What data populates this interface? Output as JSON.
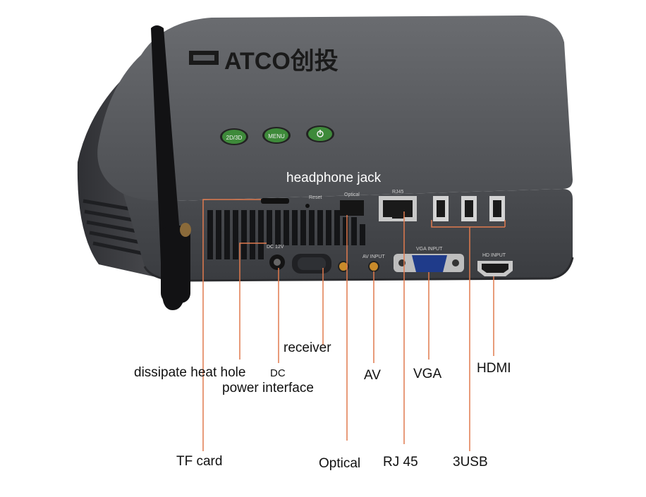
{
  "device": {
    "brand_logo_text": "ATCO创投",
    "buttons": [
      "2D/3D",
      "MENU"
    ],
    "port_marks": [
      "DC 12V",
      "Reset",
      "Optical",
      "RJ45",
      "VGA INPUT",
      "AV INPUT",
      "HD INPUT"
    ]
  },
  "labels": {
    "headphone_jack": "headphone jack",
    "receiver": "receiver",
    "dissipate_heat_hole": "dissipate heat hole",
    "dc": "DC",
    "power_interface": "power interface",
    "av": "AV",
    "vga": "VGA",
    "hdmi": "HDMI",
    "tf_card": "TF card",
    "optical": "Optical",
    "rj45": "RJ 45",
    "usb": "3USB"
  },
  "colors": {
    "callout_line": "#e07a4e",
    "body_dark": "#45474b",
    "body_top": "#5a5c60",
    "button_green": "#3e8a3a"
  }
}
